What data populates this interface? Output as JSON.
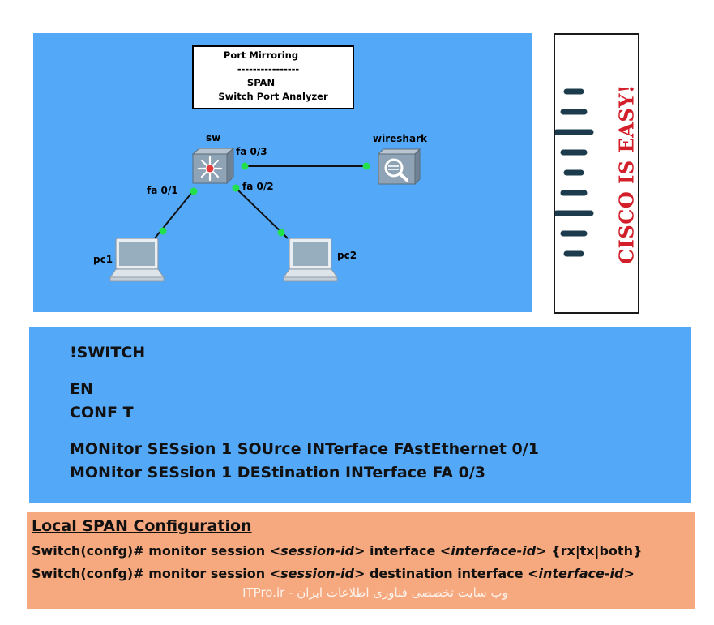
{
  "diagram": {
    "title_box": {
      "line1": "Port Mirroring",
      "line2": "----------------",
      "line3": "SPAN",
      "line4": "Switch Port Analyzer"
    },
    "nodes": {
      "switch": "sw",
      "analyzer": "wireshark",
      "pc1": "pc1",
      "pc2": "pc2"
    },
    "ports": {
      "to_analyzer": "fa 0/3",
      "to_pc1": "fa 0/1",
      "to_pc2": "fa 0/2"
    },
    "colors": {
      "panel": "#54a8f8",
      "link_dot": "#22e04a",
      "link": "#111111"
    }
  },
  "logo": {
    "text": "CISCO IS EASY!",
    "text_color": "#d21f2a",
    "bar_color": "#1c3c4e"
  },
  "commands": {
    "comment": "!SWITCH",
    "line1": "EN",
    "line2": "CONF T",
    "line3": "MONitor SESsion 1 SOUrce INTerface FAstEthernet 0/1",
    "line4": "MONitor SESsion 1 DEStination INTerface FA 0/3"
  },
  "local_span": {
    "title": "Local SPAN Configuration",
    "line1": {
      "a": "Switch(confg)# monitor session <",
      "b": "session-id",
      "c": ">  interface <",
      "d": "interface-id",
      "e": "> {rx|tx|both}"
    },
    "line2": {
      "a": "Switch(confg)# monitor session <",
      "b": "session-id",
      "c": "> destination interface <",
      "d": "interface-id",
      "e": ">"
    },
    "watermark": "ITPro.ir - وب سایت تخصصی فناوری اطلاعات ایران"
  }
}
